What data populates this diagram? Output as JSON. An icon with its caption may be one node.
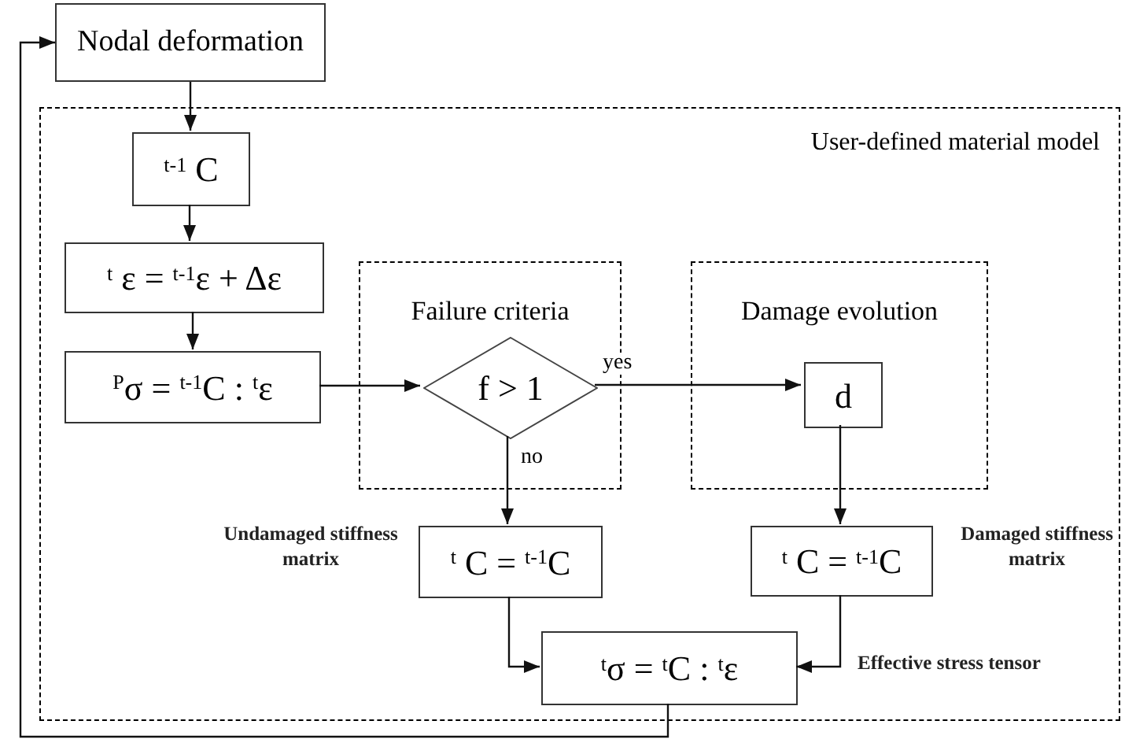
{
  "diagram": {
    "nodes": [
      {
        "text": [
          "Nodal deformation"
        ]
      },
      {
        "text": [
          "User-defined material model"
        ]
      },
      {
        "text": [
          "Failure criteria"
        ],
        "in": 1
      },
      {
        "text": [
          "Damage evolution"
        ],
        "in": 1
      },
      {
        "text": [
          "$^{t-1}$ C"
        ],
        "in": 1
      },
      {
        "text": [
          "$^{t}$ ε = $^{t-1}$ε + Δε"
        ],
        "in": 1
      },
      {
        "text": [
          "$^{P}$σ = $^{t-1}$C : $^{t}$ε"
        ],
        "in": 1
      },
      {
        "text": [
          "f > 1"
        ],
        "in": 2
      },
      {
        "text": [
          "d"
        ],
        "in": 3
      },
      {
        "text": [
          "$^{t}$ C = $^{t-1}$C"
        ],
        "in": 1,
        "beside": [
          "Undamaged stiffness matrix"
        ]
      },
      {
        "text": [
          "$^{t}$ C = $^{t-1}$C"
        ],
        "in": 1,
        "beside": [
          "Damaged stiffness matrix"
        ]
      },
      {
        "text": [
          "$^{t}$σ = $^{t}$C : $^{t}$ε"
        ],
        "in": 1
      }
    ],
    "edges": [
      {
        "from": 0,
        "to": 4,
        "arrow": "to"
      },
      {
        "from": 4,
        "to": 5,
        "arrow": "to"
      },
      {
        "from": 5,
        "to": 6,
        "arrow": "to"
      },
      {
        "from": 6,
        "to": 7,
        "arrow": "to"
      },
      {
        "from": 7,
        "to": 8,
        "arrow": "to",
        "label": "yes"
      },
      {
        "from": 7,
        "to": 9,
        "arrow": "to",
        "label": "no"
      },
      {
        "from": 8,
        "to": 10,
        "arrow": "to"
      },
      {
        "from": 9,
        "to": 11,
        "arrow": "to"
      },
      {
        "from": 10,
        "to": 11,
        "arrow": "to",
        "label": "Effective stress tensor"
      },
      {
        "from": 11,
        "to": 0,
        "arrow": "to"
      }
    ]
  }
}
